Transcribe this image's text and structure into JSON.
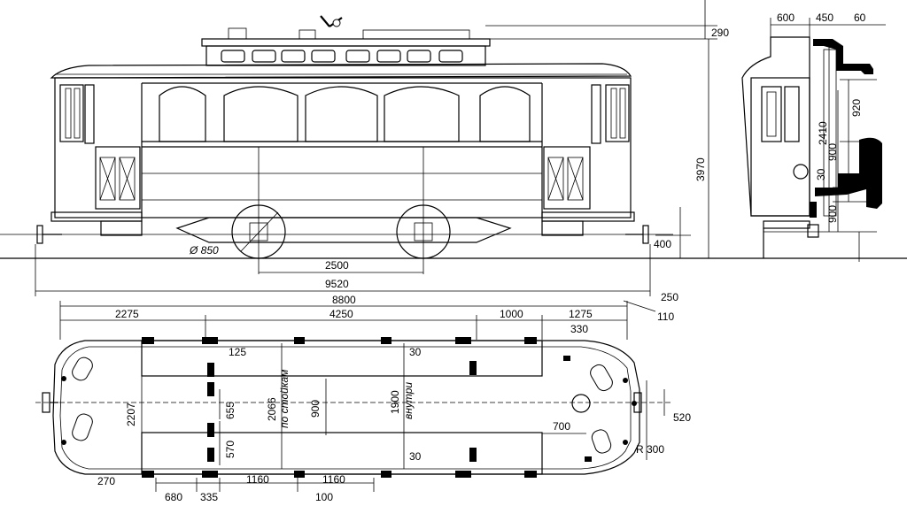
{
  "labels": {
    "d290": "290",
    "d3970": "3970",
    "d400": "400",
    "d850": "Ø 850",
    "d2500": "2500",
    "d9520": "9520",
    "d8800": "8800",
    "d250": "250",
    "d110": "110",
    "d2275": "2275",
    "d4250": "4250",
    "d1000": "1000",
    "d1275": "1275",
    "d330": "330",
    "d125": "125",
    "d30a": "30",
    "d2207": "2207",
    "d655": "655",
    "d2066": "2066",
    "d_stoikam": "по стойкам",
    "d900p": "900",
    "d1900": "1900",
    "d_vnutri": "внутри",
    "d570": "570",
    "d30b": "30",
    "d700": "700",
    "d520": "520",
    "dR300": "R 300",
    "d270": "270",
    "d1160a": "1160",
    "d1160b": "1160",
    "d680": "680",
    "d335": "335",
    "d100": "100",
    "d600": "600",
    "d450": "450",
    "d60": "60",
    "d920": "920",
    "d2410": "2410",
    "d900s": "900",
    "d30s": "30",
    "d900s2": "900"
  }
}
